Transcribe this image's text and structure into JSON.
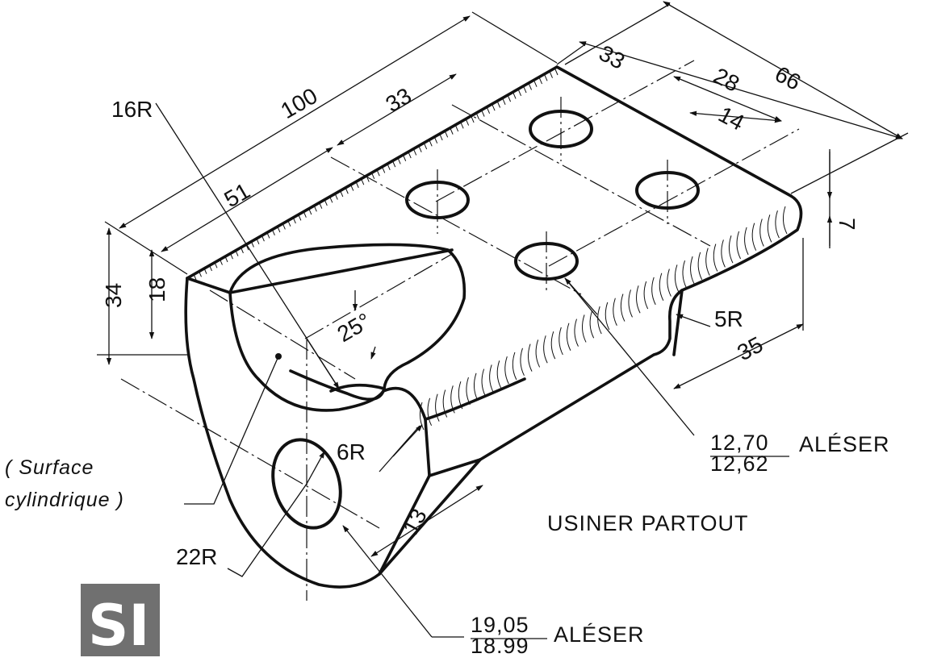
{
  "dimensions": {
    "overall_length": "100",
    "length_51": "51",
    "length_33_top": "33",
    "width_66": "66",
    "width_33": "33",
    "width_28": "28",
    "width_14": "14",
    "height_34": "34",
    "height_18": "18",
    "step_7": "7",
    "length_35": "35",
    "thickness_13": "13",
    "angle_25": "25°",
    "radius_16": "16R",
    "radius_6": "6R",
    "radius_5": "5R",
    "radius_22": "22R"
  },
  "notes": {
    "small_holes_upper": "12,70",
    "small_holes_lower": "12,62",
    "small_holes_op": "ALÉSER",
    "big_hole_upper": "19,05",
    "big_hole_lower": "18.99",
    "big_hole_op": "ALÉSER",
    "general": "USINER PARTOUT",
    "surface_line1": "( Surface",
    "surface_line2": "cylindrique )"
  },
  "badge": {
    "label": "SI",
    "bg_color": "#707070",
    "text_color": "#ffffff"
  },
  "line_color": "#111111"
}
